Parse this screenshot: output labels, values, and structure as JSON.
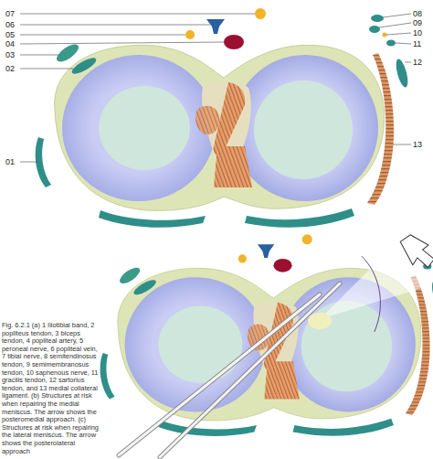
{
  "diagram": {
    "caption": "Fig. 6.2.1 (a) 1 Iliotibial band, 2 popliteus tendon, 3 biceps tendon, 4 popliteal artery, 5 peroneal nerve, 6 popliteal vein, 7 tibial nerve, 8 semitendinosus tendon, 9 semimembranosus tendon, 10 saphenous nerve, 11 gracilis tendon, 12 sartorius tendon, and 13 medial collateral ligament. (b) Structures at risk when repairing the medial meniscus. The arrow shows the posteromedial approach. (c) Structures at risk when repairing the lateral meniscus. The arrow shows the posterolateral approach",
    "labels": [
      "07",
      "06",
      "05",
      "04",
      "03",
      "02",
      "01",
      "08",
      "09",
      "10",
      "11",
      "12",
      "13"
    ]
  }
}
